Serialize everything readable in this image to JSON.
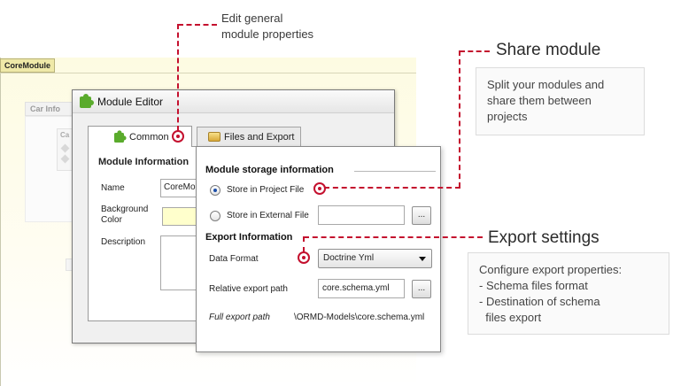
{
  "background": {
    "module_tab": "CoreModule",
    "entity_car": "Car Info",
    "entity_small": "Ca"
  },
  "window": {
    "title": "Module Editor",
    "icon": "puzzle-icon",
    "tabs": [
      {
        "label": "Common",
        "icon": "puzzle-icon",
        "active": true
      },
      {
        "label": "Files and Export",
        "icon": "folder-icon",
        "active": false
      }
    ]
  },
  "common": {
    "section": "Module Information",
    "name_label": "Name",
    "name_value": "CoreModule",
    "bgcolor_label_1": "Background",
    "bgcolor_label_2": "Color",
    "description_label": "Description"
  },
  "export_panel": {
    "storage_section": "Module storage information",
    "store_project": "Store in Project File",
    "store_external": "Store in External File",
    "external_value": "",
    "browse_label": "...",
    "export_section": "Export Information",
    "data_format_label": "Data Format",
    "data_format_value": "Doctrine Yml",
    "relative_path_label": "Relative export path",
    "relative_path_value": "core.schema.yml",
    "full_path_label": "Full export path",
    "full_path_value": "\\ORMD-Models\\core.schema.yml"
  },
  "callouts": {
    "general_line1": "Edit general",
    "general_line2": "module properties",
    "share_title": "Share module",
    "share_text": [
      "Split your modules and",
      "share them between",
      "projects"
    ],
    "export_title": "Export settings",
    "export_text": [
      "Configure export properties:",
      "- Schema files format",
      "- Destination of schema",
      "  files export"
    ]
  },
  "colors": {
    "accent": "#c4102e",
    "bgcolor_swatch": "#ffffcc"
  }
}
